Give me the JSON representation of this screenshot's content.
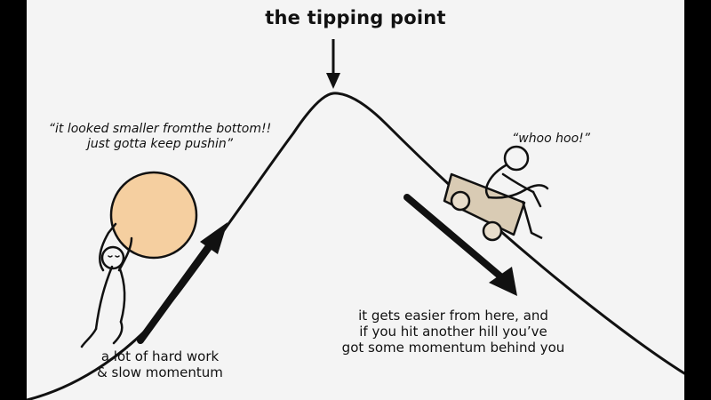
{
  "title": "the tipping point",
  "quote_left": {
    "line1": "“it looked smaller fromthe bottom!!",
    "line2": "just gotta keep pushin”"
  },
  "quote_right": "“whoo hoo!”",
  "caption_left": {
    "line1": "a lot of hard work",
    "line2": "& slow momentum"
  },
  "caption_right": {
    "line1": "it gets easier from here, and",
    "line2": "if you hit another hill you’ve",
    "line3": "got some momentum behind you"
  },
  "colors": {
    "background": "#f4f4f4",
    "ink": "#111111",
    "boulder_fill": "#f5cfa0",
    "cart_fill": "#d9cbb4",
    "letterbox": "#000000"
  }
}
